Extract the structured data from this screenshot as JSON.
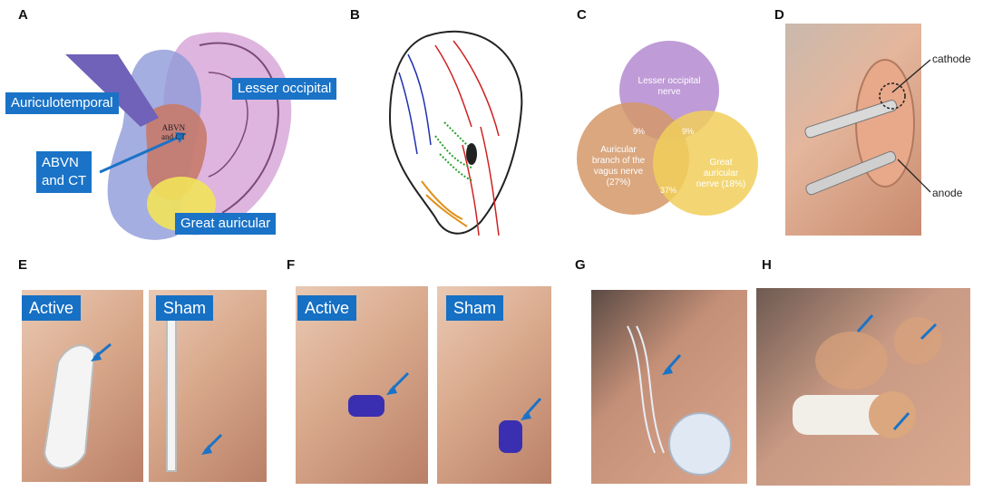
{
  "panels": {
    "A": {
      "letter": "A",
      "labels": {
        "auriculotemporal": "Auriculotemporal",
        "lesser_occipital": "Lesser occipital",
        "abvn_ct_line1": "ABVN",
        "abvn_ct_line2": "and CT",
        "great_auricular": "Great auricular",
        "inner_line1": "ABVN",
        "inner_line2": "and CT"
      },
      "colors": {
        "label_bg": "#1a73c7",
        "lesser_occipital_region": "#d8a8d8",
        "auriculotemporal_region": "#8e9ad8",
        "abvn_region": "#c77a6a",
        "great_auricular_region": "#f2e35a"
      }
    },
    "B": {
      "letter": "B"
    },
    "C": {
      "letter": "C",
      "circles": [
        {
          "name": "lesser-occipital",
          "line1": "Lesser occipital",
          "line2": "nerve",
          "line3": "",
          "color": "#b48ad0"
        },
        {
          "name": "abvn",
          "line1": "Auricular",
          "line2": "branch of the",
          "line3": "vagus nerve",
          "line4": "(27%)",
          "color": "#d39868"
        },
        {
          "name": "great-auricular",
          "line1": "Great",
          "line2": "auricular",
          "line3": "nerve (18%)",
          "color": "#f1cf5a"
        }
      ],
      "overlaps": {
        "lo_abvn": "9%",
        "lo_ga": "9%",
        "abvn_ga": "37%"
      }
    },
    "D": {
      "letter": "D",
      "cathode": "cathode",
      "anode": "anode"
    },
    "E": {
      "letter": "E",
      "active": "Active",
      "sham": "Sham"
    },
    "F": {
      "letter": "F",
      "active": "Active",
      "sham": "Sham"
    },
    "G": {
      "letter": "G"
    },
    "H": {
      "letter": "H"
    },
    "arrow_color": "#1a73c7"
  }
}
